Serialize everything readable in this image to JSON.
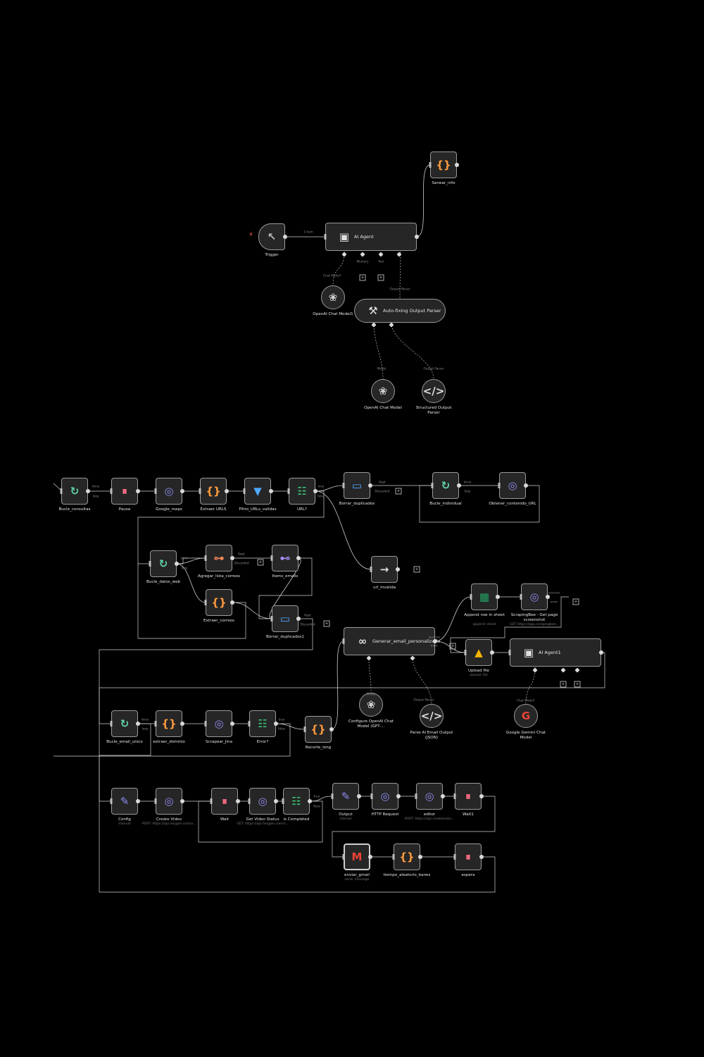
{
  "colors": {
    "bg": "#000000",
    "node_bg": "#262626",
    "node_border": "#9a9a9a",
    "edge": "#cfcfcf"
  },
  "nodes": [
    {
      "id": "saneamiento",
      "label": "Sanear_info",
      "icon": "code-braces-icon",
      "glyph": "{}",
      "color": "#ff9b3d"
    },
    {
      "id": "trigger",
      "label": "Trigger",
      "icon": "cursor-icon",
      "glyph": "↖",
      "color": "#bbbbbb"
    },
    {
      "id": "ai_agent",
      "label": "AI Agent",
      "icon": "robot-icon",
      "glyph": "▣",
      "color": "#e0e0e0"
    },
    {
      "id": "openai1",
      "label": "OpenAI Chat Model1",
      "icon": "openai-icon",
      "glyph": "❀",
      "color": "#d0d0d0"
    },
    {
      "id": "autofix",
      "label": "Auto-fixing Output Parser",
      "icon": "tools-icon",
      "glyph": "⚒",
      "color": "#e0e0e0"
    },
    {
      "id": "openai2",
      "label": "OpenAI Chat Model",
      "icon": "openai-icon",
      "glyph": "❀",
      "color": "#d0d0d0"
    },
    {
      "id": "structured",
      "label": "Structured Output Parser",
      "icon": "code-tag-icon",
      "glyph": "</>",
      "color": "#e0e0e0"
    },
    {
      "id": "bucle_consultas",
      "label": "Bucle_consultas",
      "icon": "loop-icon",
      "glyph": "↻",
      "color": "#5fd4a4"
    },
    {
      "id": "pausa",
      "label": "Pausa",
      "icon": "pause-icon",
      "glyph": "⏸",
      "color": "#ff6e86"
    },
    {
      "id": "google_maps",
      "label": "Google_maps",
      "icon": "globe-icon",
      "glyph": "◎",
      "color": "#8e8cf0"
    },
    {
      "id": "extraer_urls",
      "label": "Extraer URLS",
      "icon": "code-braces-icon",
      "glyph": "{}",
      "color": "#ff9b3d"
    },
    {
      "id": "filtro",
      "label": "Filtro_URLs_validas",
      "icon": "filter-icon",
      "glyph": "▼",
      "color": "#4fa8ff"
    },
    {
      "id": "url_if",
      "label": "URL?",
      "icon": "if-icon",
      "glyph": "☷",
      "color": "#3ccf7a"
    },
    {
      "id": "borrar_dup",
      "label": "Borrar_duplicados",
      "icon": "dedupe-icon",
      "glyph": "▭",
      "color": "#4fa8ff"
    },
    {
      "id": "bucle_individual",
      "label": "Bucle_individual",
      "icon": "loop-icon",
      "glyph": "↻",
      "color": "#5fd4a4"
    },
    {
      "id": "obtener_contenido",
      "label": "Obtener_contenido_URL",
      "icon": "globe-icon",
      "glyph": "◎",
      "color": "#8e8cf0"
    },
    {
      "id": "url_invalida",
      "label": "url_invalida",
      "icon": "arrow-right-icon",
      "glyph": "→",
      "color": "#e0e0e0"
    },
    {
      "id": "bucle_datos",
      "label": "Bucle_datos_web",
      "icon": "loop-icon",
      "glyph": "↻",
      "color": "#5fd4a4"
    },
    {
      "id": "agregar_lista",
      "label": "Agregar_lista_correos",
      "icon": "aggregate-icon",
      "glyph": "⊶",
      "color": "#ff8a5c"
    },
    {
      "id": "items_emails",
      "label": "Items_emails",
      "icon": "split-icon",
      "glyph": "⊷",
      "color": "#a98cf5"
    },
    {
      "id": "extraer_correos",
      "label": "Extraer_correos",
      "icon": "code-braces-icon",
      "glyph": "{}",
      "color": "#ff9b3d"
    },
    {
      "id": "borrar_dup1",
      "label": "Borrar_duplicados1",
      "icon": "dedupe-icon",
      "glyph": "▭",
      "color": "#4fa8ff"
    },
    {
      "id": "generar_email",
      "label": "Generar_email_personalizado",
      "icon": "link-icon",
      "glyph": "∞",
      "color": "#e0e0e0"
    },
    {
      "id": "append_row",
      "label": "Append row in sheet",
      "sub": "append: sheet",
      "icon": "sheets-icon",
      "glyph": "▦",
      "color": "#21a366"
    },
    {
      "id": "scrapingbee",
      "label": "ScrapingBee - Get page screenshot",
      "sub": "GET https://app.scrapingbee...",
      "icon": "globe-icon",
      "glyph": "◎",
      "color": "#8e8cf0"
    },
    {
      "id": "upload_file",
      "label": "Upload file",
      "sub": "upload: file",
      "icon": "drive-icon",
      "glyph": "▲",
      "color": "#f4b400"
    },
    {
      "id": "ai_agent1",
      "label": "AI Agent1",
      "icon": "robot-icon",
      "glyph": "▣",
      "color": "#e0e0e0"
    },
    {
      "id": "config_openai",
      "label": "Configure OpenAI Chat Model (GPT-...",
      "icon": "openai-icon",
      "glyph": "❀",
      "color": "#d0d0d0"
    },
    {
      "id": "parse_ai",
      "label": "Parse AI Email Output (JSON)",
      "icon": "code-tag-icon",
      "glyph": "</>",
      "color": "#e0e0e0"
    },
    {
      "id": "gemini",
      "label": "Google Gemini Chat Model",
      "icon": "google-icon",
      "glyph": "G",
      "color": "#ea4335"
    },
    {
      "id": "bucle_email",
      "label": "Bucle_email_unico",
      "icon": "loop-icon",
      "glyph": "↻",
      "color": "#5fd4a4"
    },
    {
      "id": "extraer_dominio",
      "label": "extraer_dominio",
      "icon": "code-braces-icon",
      "glyph": "{}",
      "color": "#ff9b3d"
    },
    {
      "id": "scrapear_jina",
      "label": "Scrapear_Jina",
      "icon": "globe-icon",
      "glyph": "◎",
      "color": "#8e8cf0"
    },
    {
      "id": "error_if",
      "label": "Error?",
      "icon": "if-icon",
      "glyph": "☷",
      "color": "#3ccf7a"
    },
    {
      "id": "recorte",
      "label": "Recorte_long",
      "icon": "code-braces-icon",
      "glyph": "{}",
      "color": "#ff9b3d"
    },
    {
      "id": "config",
      "label": "Config",
      "sub": "manual",
      "icon": "pencil-icon",
      "glyph": "✎",
      "color": "#8e8cf0"
    },
    {
      "id": "create_video",
      "label": "Create Video",
      "sub": "POST: https://api.heygen.com/v...",
      "icon": "globe-icon",
      "glyph": "◎",
      "color": "#8e8cf0"
    },
    {
      "id": "wait",
      "label": "Wait",
      "icon": "pause-icon",
      "glyph": "⏸",
      "color": "#ff6e86"
    },
    {
      "id": "get_status",
      "label": "Get Video Status",
      "sub": "GET: https://api.heygen.com/v...",
      "icon": "globe-icon",
      "glyph": "◎",
      "color": "#8e8cf0"
    },
    {
      "id": "is_completed",
      "label": "is Completed",
      "icon": "if-icon",
      "glyph": "☷",
      "color": "#3ccf7a"
    },
    {
      "id": "output",
      "label": "Output",
      "sub": "manual",
      "icon": "pencil-icon",
      "glyph": "✎",
      "color": "#8e8cf0"
    },
    {
      "id": "http_request",
      "label": "HTTP Request",
      "icon": "globe-icon",
      "glyph": "◎",
      "color": "#8e8cf0"
    },
    {
      "id": "editor",
      "label": "editor",
      "sub": "POST: https://api.creatomate...",
      "icon": "globe-icon",
      "glyph": "◎",
      "color": "#8e8cf0"
    },
    {
      "id": "wait1",
      "label": "Wait1",
      "icon": "pause-icon",
      "glyph": "⏸",
      "color": "#ff6e86"
    },
    {
      "id": "enviar_gmail",
      "label": "enviar_gmail",
      "sub": "send: message",
      "icon": "gmail-icon",
      "glyph": "M",
      "color": "#ea4335"
    },
    {
      "id": "tiempo",
      "label": "tiempo_aleatorio_banes",
      "icon": "code-braces-icon",
      "glyph": "{}",
      "color": "#ff9b3d"
    },
    {
      "id": "espera",
      "label": "espera",
      "icon": "pause-icon",
      "glyph": "⏸",
      "color": "#ff6e86"
    }
  ],
  "edge_labels": {
    "items": "1 item",
    "chat_model": "Chat Model*",
    "memory": "Memory",
    "tool": "Tool",
    "output_parser": "Output Parser",
    "model": "Model",
    "done": "done",
    "loop": "loop",
    "true": "true",
    "false": "false",
    "success": "success",
    "error": "error",
    "kept": "Kept",
    "discarded": "Discarded"
  }
}
